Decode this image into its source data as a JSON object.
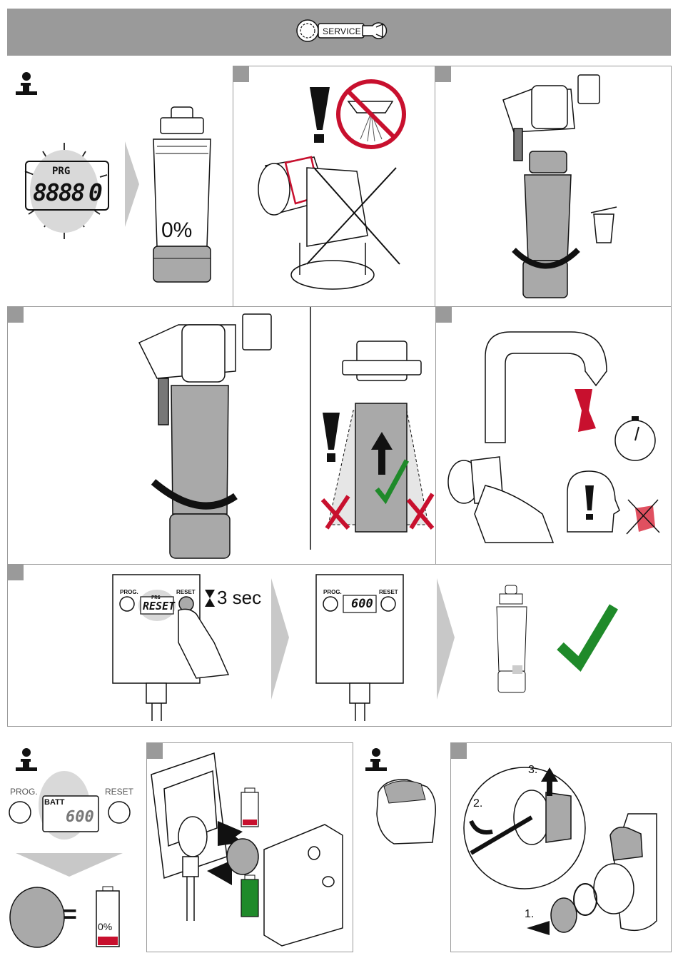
{
  "header": {
    "badge_label": "SERVICE"
  },
  "filter": {
    "percent_label": "0%"
  },
  "display": {
    "prg_label": "PRG",
    "digits": "8888",
    "digit_end": "0",
    "reset_text": "RESET",
    "capacity_value": "600",
    "batt_label": "BATT"
  },
  "controller": {
    "prog_label": "PROG.",
    "reset_label": "RESET"
  },
  "timer": {
    "duration_label": "3 sec"
  },
  "battery": {
    "percent_label": "0%",
    "equals_symbol": "="
  },
  "steps": {
    "label_1": "1.",
    "label_2": "2.",
    "label_3": "3."
  },
  "colors": {
    "accent_green": "#1f8a2a",
    "warn_red": "#c8102e",
    "panel_gray": "#9a9a9a",
    "filter_gray": "#a9a9a9"
  }
}
